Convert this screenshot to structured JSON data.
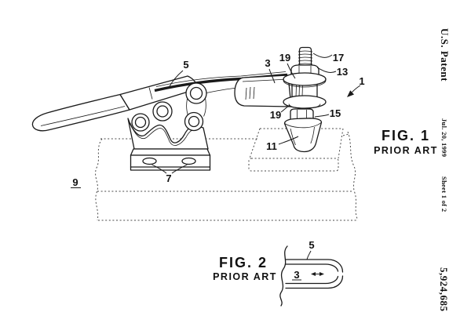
{
  "page": {
    "background": "#ffffff",
    "ink": "#1a1a1a"
  },
  "margin": {
    "publisher": "U.S. Patent",
    "date": "Jul. 20, 1999",
    "sheet": "Sheet 1 of 2",
    "patent_number": "5,924,685"
  },
  "fig1": {
    "caption": "FIG.  1",
    "caption_sub": "PRIOR  ART",
    "refs": {
      "handle": "5",
      "arm": "3",
      "washer_top": "19",
      "stud": "17",
      "nut_top": "13",
      "assembly": "1",
      "washer_bottom": "19",
      "nut_bottom": "15",
      "foot": "11",
      "mount_holes": "7",
      "workbench": "9"
    }
  },
  "fig2": {
    "caption": "FIG.  2",
    "caption_sub": "PRIOR  ART",
    "refs": {
      "handle": "5",
      "channel": "3"
    }
  }
}
